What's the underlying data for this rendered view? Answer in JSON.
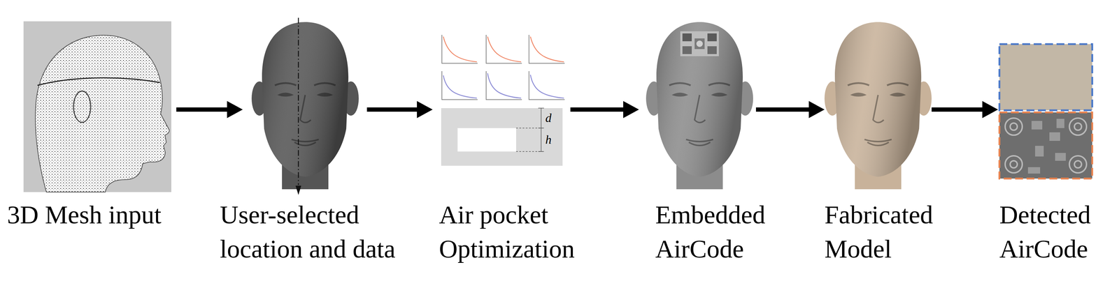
{
  "diagram": {
    "nodes": [
      {
        "text": [
          "3D Mesh input"
        ]
      },
      {
        "text": [
          "User-selected location and data"
        ]
      },
      {
        "text": [
          "Air pocket Optimization"
        ]
      },
      {
        "text": [
          "Embedded AirCode"
        ]
      },
      {
        "text": [
          "Fabricated Model"
        ]
      },
      {
        "text": [
          "Detected AirCode"
        ]
      }
    ],
    "edges": [
      {
        "from": 0,
        "to": 1,
        "arrow": "to"
      },
      {
        "from": 1,
        "to": 2,
        "arrow": "to"
      },
      {
        "from": 2,
        "to": 3,
        "arrow": "to"
      },
      {
        "from": 3,
        "to": 4,
        "arrow": "to"
      },
      {
        "from": 4,
        "to": 5,
        "arrow": "to"
      }
    ],
    "labels": [
      "d",
      "h"
    ]
  }
}
